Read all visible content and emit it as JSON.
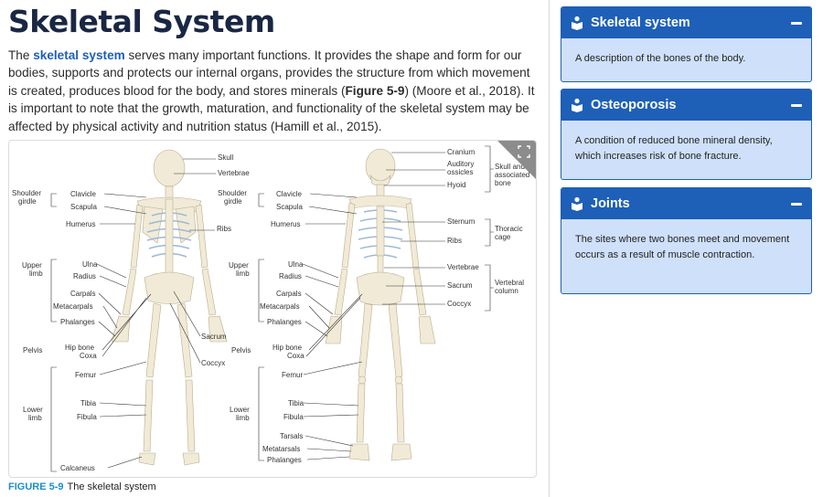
{
  "article": {
    "title": "Skeletal System",
    "para_1": "The ",
    "para_keyword": "skeletal system",
    "para_2": " serves many important functions. It provides the shape and form for our bodies, supports and protects our internal organs, provides the structure from which movement is created, produces blood for the body, and stores minerals (",
    "para_figref": "Figure 5-9",
    "para_3": ") (Moore et al., 2018). It is important to note that the growth, maturation, and functionality of the skeletal system may be affected by physical activity and nutrition status (Hamill et al., 2015).",
    "caption_num": "FIGURE 5-9",
    "caption_text": "The skeletal system"
  },
  "figure": {
    "posterior": {
      "group_labels": {
        "shoulder": [
          "Shoulder",
          "girdle"
        ],
        "upper": [
          "Upper",
          "limb"
        ],
        "pelvis": "Pelvis",
        "lower": [
          "Lower",
          "limb"
        ]
      },
      "left_labels": [
        "Clavicle",
        "Scapula",
        "Humerus",
        "Ulna",
        "Radius",
        "Carpals",
        "Metacarpals",
        "Phalanges",
        "Hip bone",
        "Coxa",
        "Femur",
        "Tibia",
        "Fibula",
        "Calcaneus"
      ],
      "top_labels": [
        "Skull",
        "Vertebrae"
      ],
      "ribs": "Ribs",
      "sacrum": "Sacrum",
      "coccyx": "Coccyx"
    },
    "anterior": {
      "group_labels": {
        "shoulder": [
          "Shoulder",
          "girdle"
        ],
        "upper": [
          "Upper",
          "limb"
        ],
        "pelvis": "Pelvis",
        "lower": [
          "Lower",
          "limb"
        ]
      },
      "left_labels": [
        "Clavicle",
        "Scapula",
        "Humerus",
        "Ulna",
        "Radius",
        "Carpals",
        "Metacarpals",
        "Phalanges",
        "Hip bone",
        "Coxa",
        "Femur",
        "Tibia",
        "Fibula",
        "Tarsals",
        "Metatarsals",
        "Phalanges"
      ],
      "right_labels": [
        "Cranium",
        "Auditory",
        "ossicles",
        "Hyoid",
        "Sternum",
        "Ribs",
        "Vertebrae",
        "Sacrum",
        "Coccyx"
      ],
      "right_groups": {
        "skull": [
          "Skull and",
          "associated",
          "bone"
        ],
        "thoracic": [
          "Thoracic",
          "cage"
        ],
        "vertebral": [
          "Vertebral",
          "column"
        ]
      }
    }
  },
  "sidebar": {
    "panels": [
      {
        "title": "Skeletal system",
        "body": "A description of the bones of the body."
      },
      {
        "title": "Osteoporosis",
        "body": "A condition of reduced bone mineral density, which increases risk of bone fracture."
      },
      {
        "title": "Joints",
        "body": "The sites where two bones meet and movement occurs as a result of muscle contraction."
      }
    ],
    "icon": "graduation-tag-icon",
    "accent": "#1e5fb8",
    "panel_bg": "#cfe0fb"
  }
}
